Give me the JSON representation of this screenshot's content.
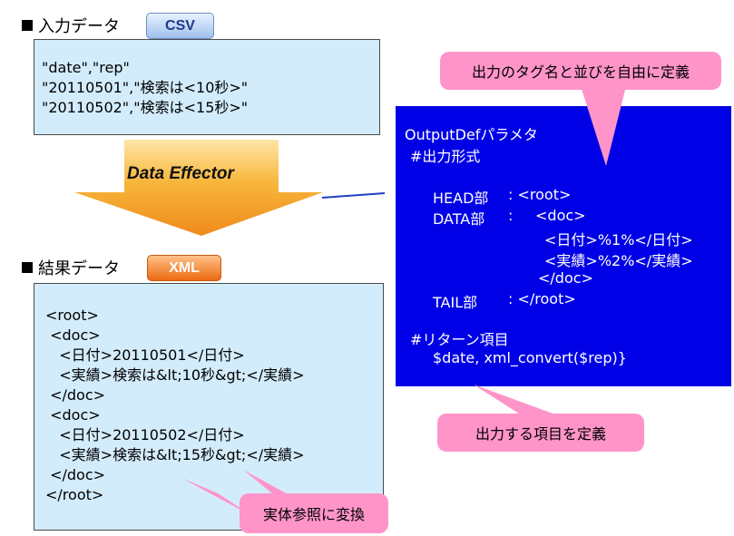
{
  "input_section": {
    "title": "入力データ",
    "badge": "CSV",
    "lines": [
      "\"date\",\"rep\"",
      "\"20110501\",\"検索は<10秒>\"",
      "\"20110502\",\"検索は<15秒>\""
    ]
  },
  "arrow_label": "Data Effector",
  "result_section": {
    "title": "結果データ",
    "badge": "XML",
    "lines": [
      "<root>",
      " <doc>",
      "   <日付>20110501</日付>",
      "   <実績>検索は&lt;10秒&gt;</実績>",
      " </doc>",
      " <doc>",
      "   <日付>20110502</日付>",
      "   <実績>検索は&lt;15秒&gt;</実績>",
      " </doc>",
      "</root>"
    ]
  },
  "outputdef": {
    "title": "OutputDefパラメタ",
    "format_heading": "#出力形式",
    "head_label": "HEAD部",
    "head_value": ": <root>",
    "data_label": "DATA部",
    "data_colon": ":",
    "data_lines": [
      "<doc>",
      "<日付>%1%</日付>",
      "<実績>%2%</実績>",
      "</doc>"
    ],
    "tail_label": "TAIL部",
    "tail_value": ": </root>",
    "return_heading": "#リターン項目",
    "return_value": "$date, xml_convert($rep)}"
  },
  "callouts": {
    "tag_order": "出力のタグ名と並びを自由に定義",
    "output_items": "出力する項目を定義",
    "entity_ref": "実体参照に変換"
  },
  "colors": {
    "input_box": "#d3ecfb",
    "outputdef_box": "#0000e6",
    "callout": "#ff94c9",
    "arrow": "#f5a623"
  }
}
